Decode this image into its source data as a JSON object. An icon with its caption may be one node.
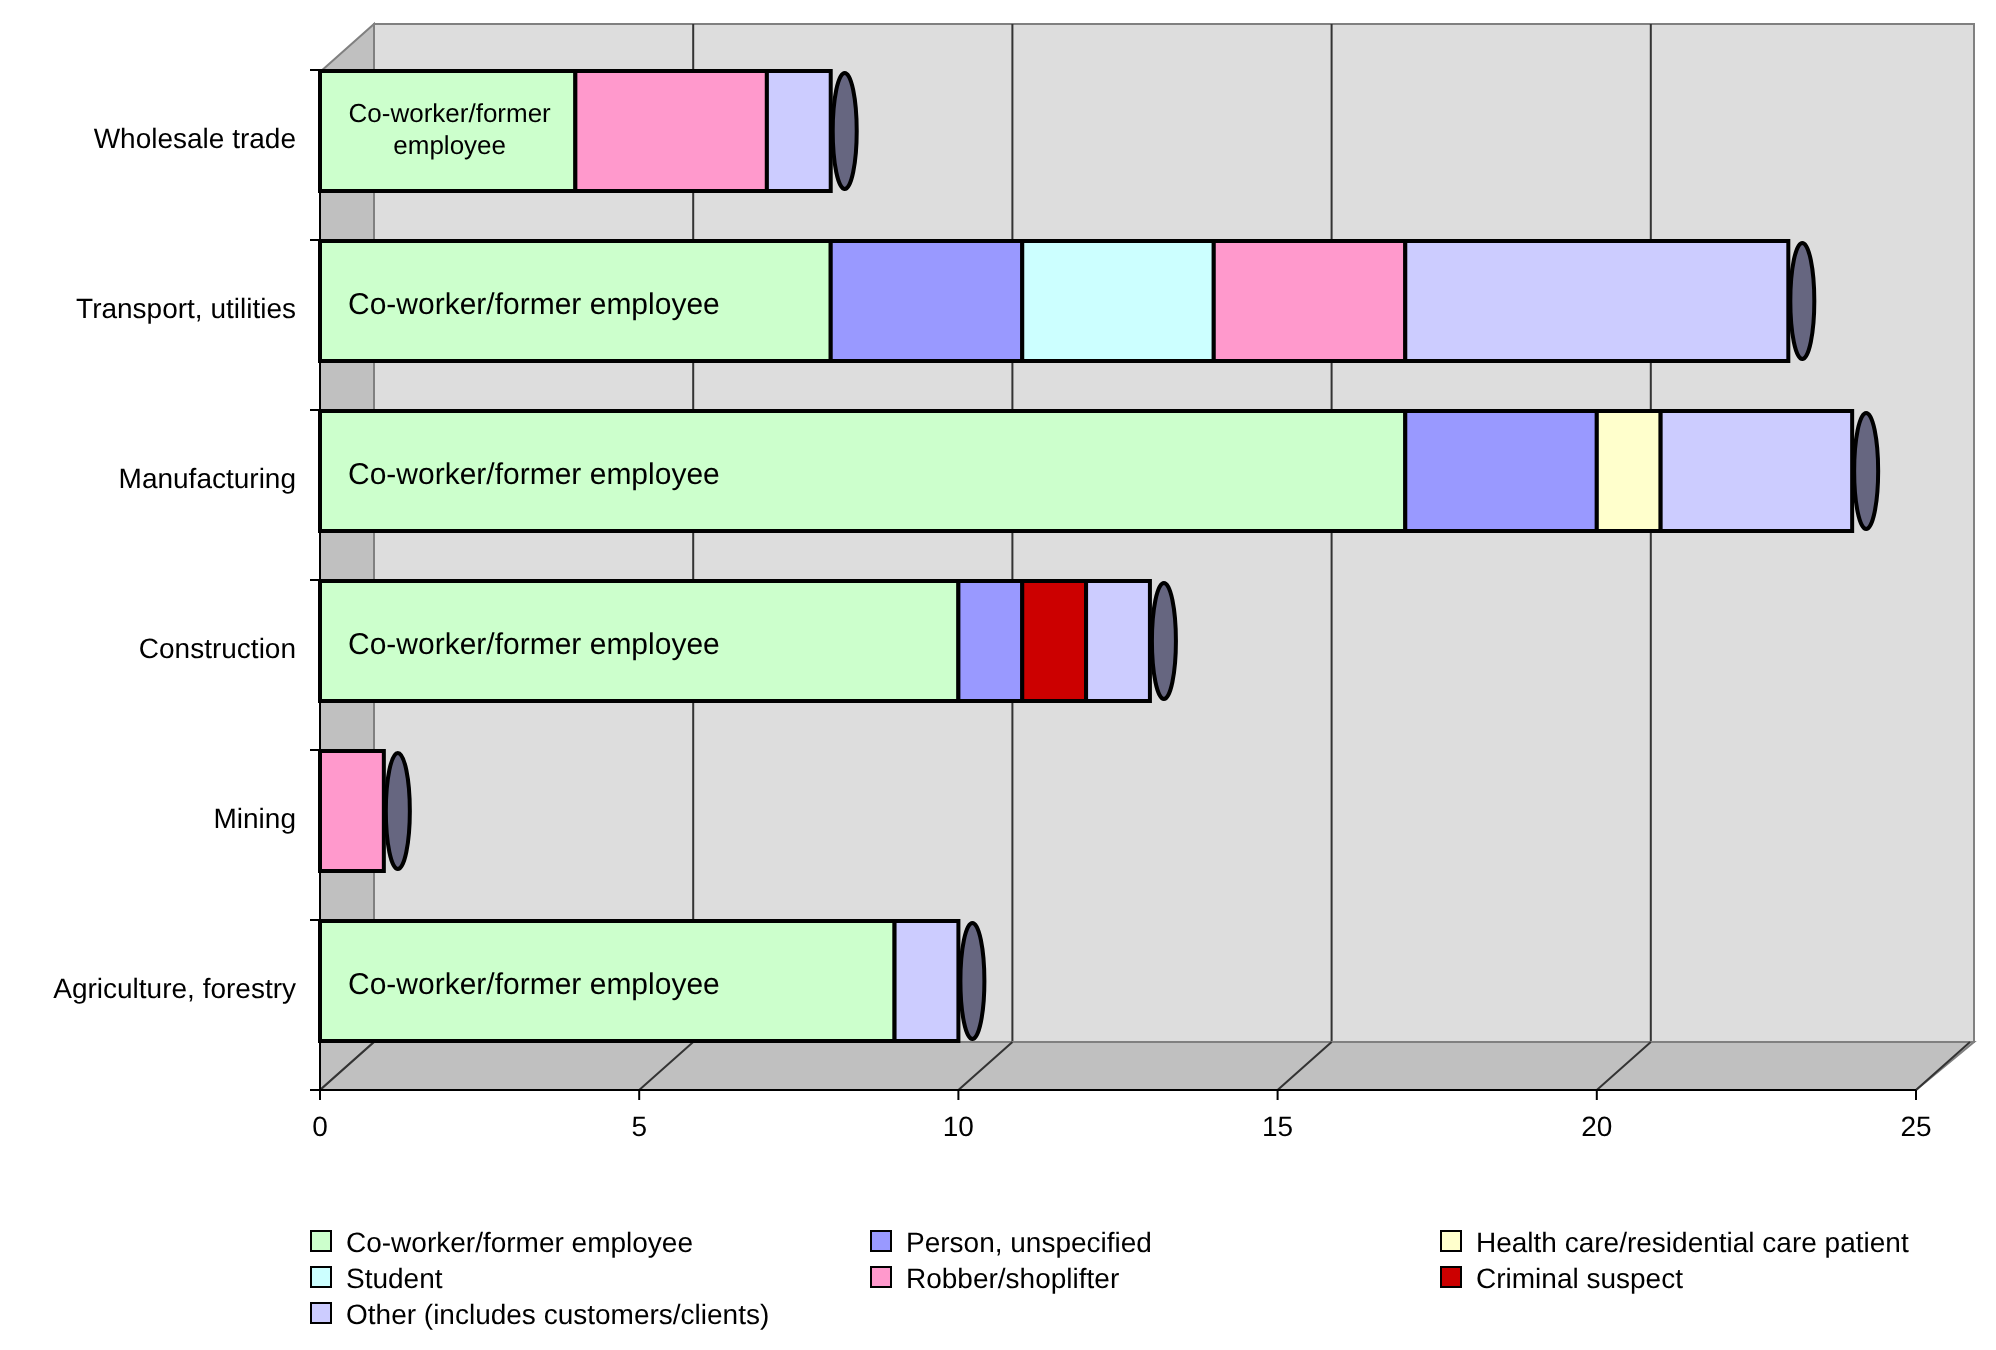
{
  "diagram": {
    "chart_data": {
      "type": "bar",
      "orientation": "horizontal",
      "stacked": true,
      "categories": [
        "Wholesale trade",
        "Transport, utilities",
        "Manufacturing",
        "Construction",
        "Mining",
        "Agriculture, forestry"
      ],
      "series": [
        {
          "name": "Co-worker/former employee",
          "color": "#ccffcc",
          "values": [
            4,
            8,
            17,
            10,
            0,
            9
          ]
        },
        {
          "name": "Person, unspecified",
          "color": "#9999ff",
          "values": [
            0,
            3,
            3,
            1,
            0,
            0
          ]
        },
        {
          "name": "Student",
          "color": "#ccffff",
          "values": [
            0,
            3,
            0,
            0,
            0,
            0
          ]
        },
        {
          "name": "Health care/residential care patient",
          "color": "#ffffcc",
          "values": [
            0,
            0,
            1,
            0,
            0,
            0
          ]
        },
        {
          "name": "Robber/shoplifter",
          "color": "#ff99cc",
          "values": [
            3,
            3,
            0,
            0,
            1,
            0
          ]
        },
        {
          "name": "Criminal suspect",
          "color": "#cc0000",
          "values": [
            0,
            0,
            0,
            1,
            0,
            0
          ]
        },
        {
          "name": "Other (includes customers/clients)",
          "color": "#ccccff",
          "values": [
            1,
            6,
            3,
            1,
            0,
            1
          ]
        }
      ],
      "xlim": [
        0,
        25
      ],
      "xticks": [
        0,
        5,
        10,
        15,
        20,
        25
      ],
      "legend": "bottom",
      "annotations": [
        "Co-worker/former employee",
        "Co-worker/former employee",
        "Co-worker/former employee",
        "Co-worker/former employee",
        "Co-worker/former employee"
      ]
    }
  }
}
